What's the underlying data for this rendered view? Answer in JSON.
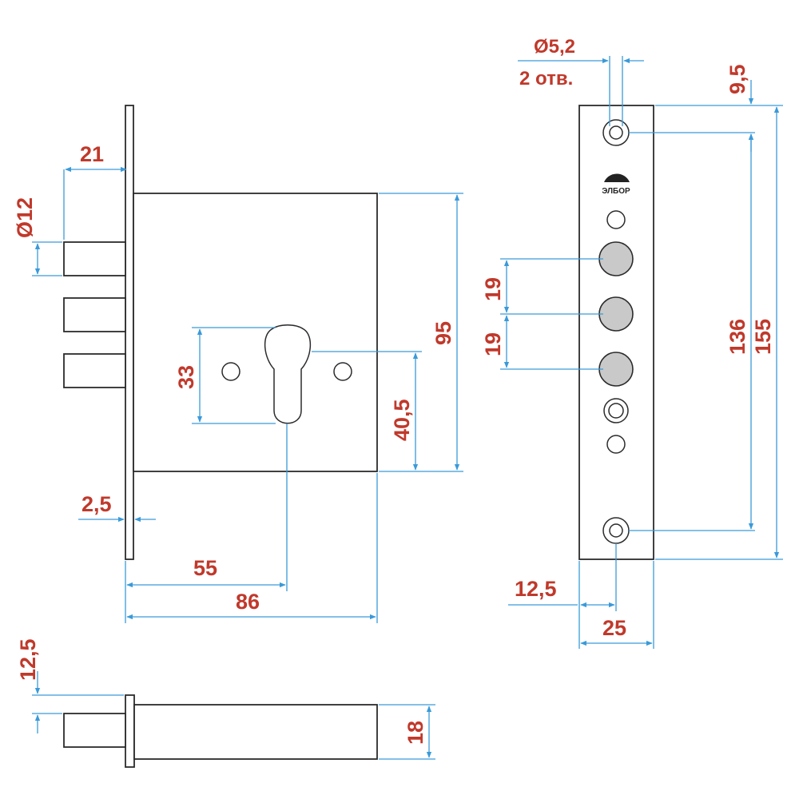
{
  "colors": {
    "outline": "#2b2b2b",
    "dimension_line": "#3a9ad9",
    "dimension_text": "#c0392b",
    "bolt_fill": "#c9c9c9",
    "background": "#ffffff"
  },
  "logo_text": "ЭЛБОР",
  "dimensions": {
    "front_view": {
      "backset_to_bolt": "21",
      "bolt_diameter": "Ø12",
      "keyhole_height": "33",
      "case_height": "95",
      "cylinder_offset": "40,5",
      "faceplate_thickness": "2,5",
      "backset": "55",
      "case_width": "86"
    },
    "faceplate_view": {
      "screw_hole_diameter": "Ø5,2",
      "screw_hole_count": "2 отв.",
      "top_margin": "9,5",
      "bolt_spacing_1": "19",
      "bolt_spacing_2": "19",
      "screw_hole_spacing": "136",
      "faceplate_length": "155",
      "hole_offset": "12,5",
      "faceplate_width": "25"
    },
    "bottom_view": {
      "bolt_offset": "12,5",
      "case_thickness": "18"
    }
  }
}
